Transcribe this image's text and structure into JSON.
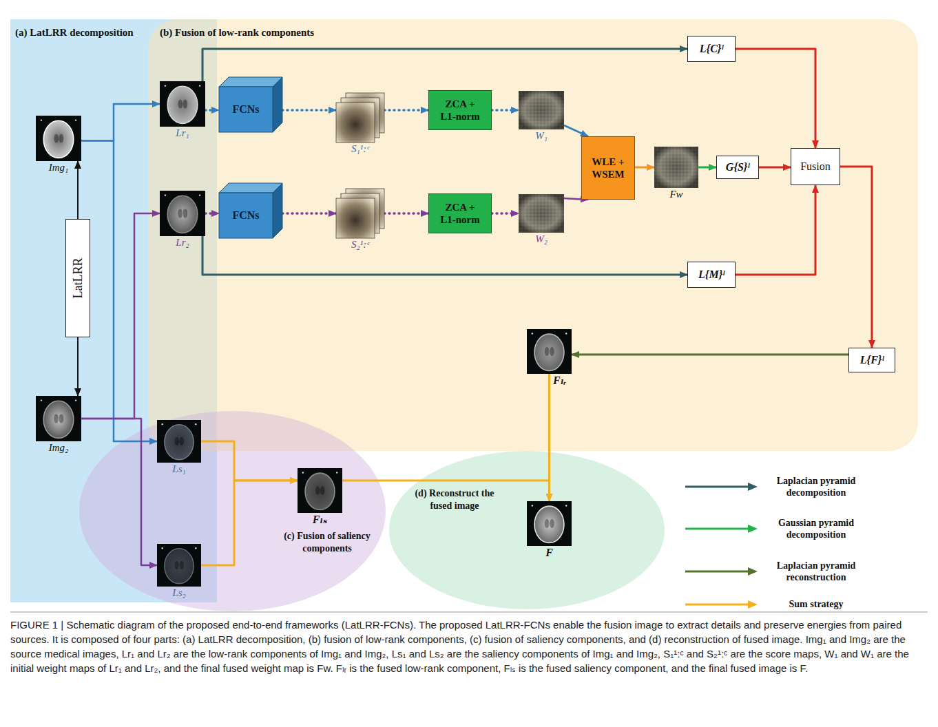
{
  "diagram": {
    "caption": "FIGURE 1 | Schematic diagram of the proposed end-to-end frameworks (LatLRR-FCNs). The proposed LatLRR-FCNs enable the fusion image to extract details and preserve energies from paired sources. It is composed of four parts: (a) LatLRR decomposition, (b) fusion of low-rank components, (c) fusion of saliency components, and (d) reconstruction of fused image. Img₁ and Img₂ are the source medical images, Lr₁ and Lr₂ are the low-rank components of Img₁ and Img₂, Ls₁ and Ls₂ are the saliency components of Img₁ and Img₂, S₁¹:ᶜ and S₂¹:ᶜ are the score maps, W₁ and W₁ are the initial weight maps of Lr₁ and Lr₂, and the final fused weight map is Fw. Fₗᵣ is the fused low-rank component, Fₗₛ is the fused saliency component, and the final fused image is F.",
    "nodes": [
      {
        "text": [
          "(a) LatLRR decomposition"
        ]
      },
      {
        "text": [
          "(b) Fusion of low-rank components"
        ]
      },
      {
        "text": [
          "Img₁"
        ],
        "in": 0
      },
      {
        "text": [
          "Lr₁"
        ],
        "in": 1
      },
      {
        "text": [
          "FCNs"
        ],
        "in": 1
      },
      {
        "text": [
          "S₁¹:ᶜ"
        ],
        "in": 1
      },
      {
        "text": [
          "ZCA + L1-norm"
        ],
        "in": 1
      },
      {
        "text": [
          "W₁"
        ],
        "in": 1
      },
      {
        "text": [
          "L{C}ˡ"
        ],
        "in": 1
      },
      {
        "text": [
          "WLE + WSEM"
        ],
        "in": 1
      },
      {
        "text": [
          "Fw"
        ],
        "in": 1
      },
      {
        "text": [
          "G{S}ˡ"
        ],
        "in": 1
      },
      {
        "text": [
          "Fusion"
        ],
        "in": 1
      },
      {
        "text": [
          "LatLRR"
        ],
        "in": 0
      },
      {
        "text": [
          "Lr₂"
        ],
        "in": 1
      },
      {
        "text": [
          "FCNs"
        ],
        "in": 1
      },
      {
        "text": [
          "S₂¹:ᶜ"
        ],
        "in": 1
      },
      {
        "text": [
          "ZCA + L1-norm"
        ],
        "in": 1
      },
      {
        "text": [
          "W₂"
        ],
        "in": 1
      },
      {
        "text": [
          "L{M}ˡ"
        ],
        "in": 1
      },
      {
        "text": [
          "L{F}ˡ"
        ],
        "in": 1
      },
      {
        "text": [
          "Fₗᵣ"
        ],
        "in": 1
      },
      {
        "text": [
          "Img₂"
        ],
        "in": 0
      },
      {
        "text": [
          "(c) Fusion of saliency components"
        ]
      },
      {
        "text": [
          "Ls₁"
        ],
        "in": 23
      },
      {
        "text": [
          "Fₗₛ"
        ],
        "in": 23
      },
      {
        "text": [
          "(d) Reconstruct the fused image"
        ]
      },
      {
        "text": [
          "F"
        ],
        "in": 26
      },
      {
        "text": [
          "Ls₂"
        ],
        "in": 23
      }
    ],
    "edges": [
      {
        "from": 13,
        "to": 2,
        "arrow": "to"
      },
      {
        "from": 13,
        "to": 22,
        "arrow": "to"
      },
      {
        "from": 2,
        "to": 3,
        "arrow": "to"
      },
      {
        "from": 2,
        "to": 24,
        "arrow": "to"
      },
      {
        "from": 22,
        "to": 14,
        "arrow": "to"
      },
      {
        "from": 22,
        "to": 28,
        "arrow": "to"
      },
      {
        "from": 3,
        "to": 4,
        "arrow": "to"
      },
      {
        "from": 4,
        "to": 5,
        "arrow": "to"
      },
      {
        "from": 5,
        "to": 6,
        "arrow": "to"
      },
      {
        "from": 6,
        "to": 7,
        "arrow": "to"
      },
      {
        "from": 7,
        "to": 9,
        "arrow": "to"
      },
      {
        "from": 14,
        "to": 15,
        "arrow": "to"
      },
      {
        "from": 15,
        "to": 16,
        "arrow": "to"
      },
      {
        "from": 16,
        "to": 17,
        "arrow": "to"
      },
      {
        "from": 17,
        "to": 18,
        "arrow": "to"
      },
      {
        "from": 18,
        "to": 9,
        "arrow": "to"
      },
      {
        "from": 9,
        "to": 10,
        "arrow": "to"
      },
      {
        "from": 10,
        "to": 11,
        "arrow": "to"
      },
      {
        "from": 11,
        "to": 12,
        "arrow": "to"
      },
      {
        "from": 3,
        "to": 8,
        "arrow": "to"
      },
      {
        "from": 14,
        "to": 19,
        "arrow": "to"
      },
      {
        "from": 8,
        "to": 12,
        "arrow": "to"
      },
      {
        "from": 19,
        "to": 12,
        "arrow": "to"
      },
      {
        "from": 12,
        "to": 20,
        "arrow": "to"
      },
      {
        "from": 20,
        "to": 21,
        "arrow": "to"
      },
      {
        "from": 21,
        "to": 27,
        "arrow": "to"
      },
      {
        "from": 24,
        "to": 25,
        "arrow": "to"
      },
      {
        "from": 28,
        "to": 25,
        "arrow": "to"
      },
      {
        "from": 25,
        "to": 27,
        "arrow": "to"
      }
    ],
    "legend": [
      {
        "text": "Laplacian pyramid decomposition"
      },
      {
        "text": "Gaussian pyramid decomposition"
      },
      {
        "text": "Laplacian pyramid reconstruction"
      },
      {
        "text": "Sum strategy"
      }
    ]
  }
}
